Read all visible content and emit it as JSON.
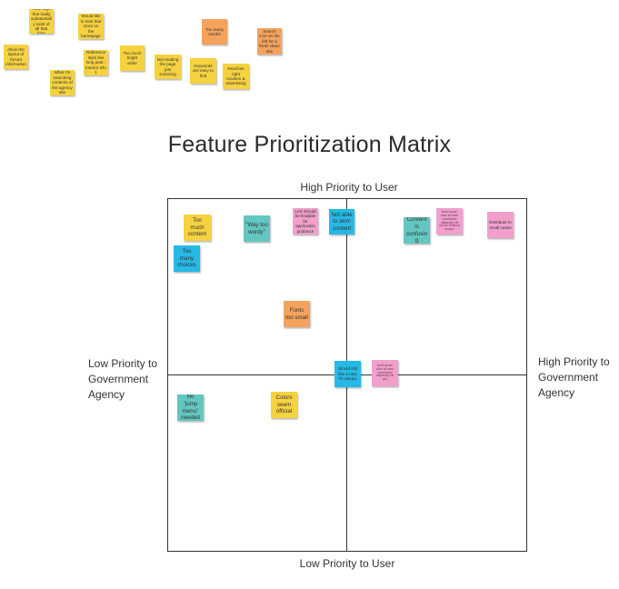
{
  "title": "Feature Prioritization Matrix",
  "axes": {
    "top": "High Priority to User",
    "bottom": "Low Priority to User",
    "left": [
      "Low Priority to",
      "Government",
      "Agency"
    ],
    "right": [
      "High Priority to",
      "Government",
      "Agency"
    ]
  },
  "colors": {
    "yellow": "#f6d23f",
    "orange": "#f5a35c",
    "teal": "#62c7c0",
    "pink": "#f0a0cb",
    "blue": "#26b9e6"
  },
  "brainstorm_notes": [
    {
      "id": "n1",
      "color": "yellow",
      "text": "Hide logs that really substantially exist of all that time",
      "tiny": false
    },
    {
      "id": "n2",
      "color": "yellow",
      "text": "Allow the layout of forced information",
      "tiny": false
    },
    {
      "id": "n3",
      "color": "yellow",
      "text": "Would like to look that more on the homepage",
      "tiny": false
    },
    {
      "id": "n4",
      "color": "yellow",
      "text": "What I'm searching contents of the agency site",
      "tiny": false
    },
    {
      "id": "n5",
      "color": "yellow",
      "text": "Reference style like long past - Interior info 1",
      "tiny": false
    },
    {
      "id": "n6",
      "color": "yellow",
      "text": "Too much bright white",
      "tiny": false
    },
    {
      "id": "n7",
      "color": "yellow",
      "text": "Not reading the page just scanning",
      "tiny": false
    },
    {
      "id": "n8",
      "color": "orange",
      "text": "Too many words!",
      "tiny": false
    },
    {
      "id": "n9",
      "color": "yellow",
      "text": "Keywords are easy to find",
      "tiny": false
    },
    {
      "id": "n10",
      "color": "orange",
      "text": "Search icon on the left for a fresh clean site",
      "tiny": false
    },
    {
      "id": "n11",
      "color": "yellow",
      "text": "Reaches right location & advertising",
      "tiny": false
    }
  ],
  "matrix_notes": [
    {
      "id": "m1",
      "color": "yellow",
      "text": "Too much content",
      "tiny": false
    },
    {
      "id": "m2",
      "color": "teal",
      "text": "\"Way too wordy\"",
      "tiny": false
    },
    {
      "id": "m3",
      "color": "pink",
      "text": "Link should be findable for application guidance",
      "tiny": false
    },
    {
      "id": "m4",
      "color": "blue",
      "text": "Not able to skim content",
      "tiny": false
    },
    {
      "id": "m5",
      "color": "teal",
      "text": "Content is confusing",
      "tiny": false
    },
    {
      "id": "m6",
      "color": "pink",
      "text": "lorem ipsum dolor sit amet consectetur adipiscing elit sed do eiusmod tempor",
      "tiny": true
    },
    {
      "id": "m7",
      "color": "pink",
      "text": "Distribute to small cases",
      "tiny": false
    },
    {
      "id": "m8",
      "color": "blue",
      "text": "Too many choices",
      "tiny": false
    },
    {
      "id": "m9",
      "color": "orange",
      "text": "Fonts too small",
      "tiny": false
    },
    {
      "id": "m10",
      "color": "blue",
      "text": "Would still like a new fix ahead",
      "tiny": false
    },
    {
      "id": "m11",
      "color": "pink",
      "text": "lorem ipsum dolor sit amet consectetur adipiscing elit sed",
      "tiny": true
    },
    {
      "id": "m12",
      "color": "teal",
      "text": "No \"jump menu\" needed",
      "tiny": false
    },
    {
      "id": "m13",
      "color": "yellow",
      "text": "Colors seem official",
      "tiny": false
    }
  ]
}
